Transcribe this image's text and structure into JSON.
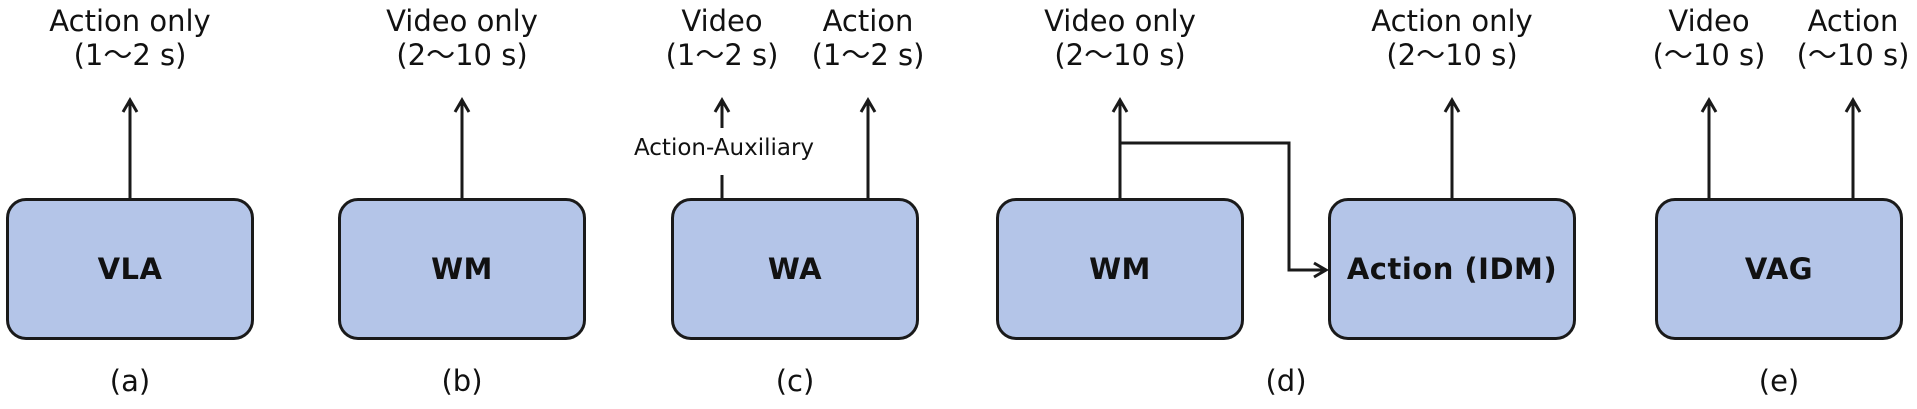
{
  "panels": {
    "a": {
      "box": "VLA",
      "caption": "(a)",
      "out": {
        "line1": "Action only",
        "line2": "(1～2 s)"
      }
    },
    "b": {
      "box": "WM",
      "caption": "(b)",
      "out": {
        "line1": "Video only",
        "line2": "(2～10 s)"
      }
    },
    "c": {
      "box": "WA",
      "caption": "(c)",
      "out_video": {
        "line1": "Video",
        "line2": "(1～2 s)"
      },
      "out_action": {
        "line1": "Action",
        "line2": "(1～2 s)"
      },
      "aux": "Action-Auxiliary"
    },
    "d": {
      "box_wm": "WM",
      "box_action": "Action (IDM)",
      "caption": "(d)",
      "out_video": {
        "line1": "Video only",
        "line2": "(2～10 s)"
      },
      "out_action": {
        "line1": "Action only",
        "line2": "(2～10 s)"
      }
    },
    "e": {
      "box": "VAG",
      "caption": "(e)",
      "out_video": {
        "line1": "Video",
        "line2": "(～10 s)"
      },
      "out_action": {
        "line1": "Action",
        "line2": "(～10 s)"
      }
    }
  },
  "colors": {
    "box_fill": "#b4c5e8",
    "stroke": "#1a1a1a"
  }
}
